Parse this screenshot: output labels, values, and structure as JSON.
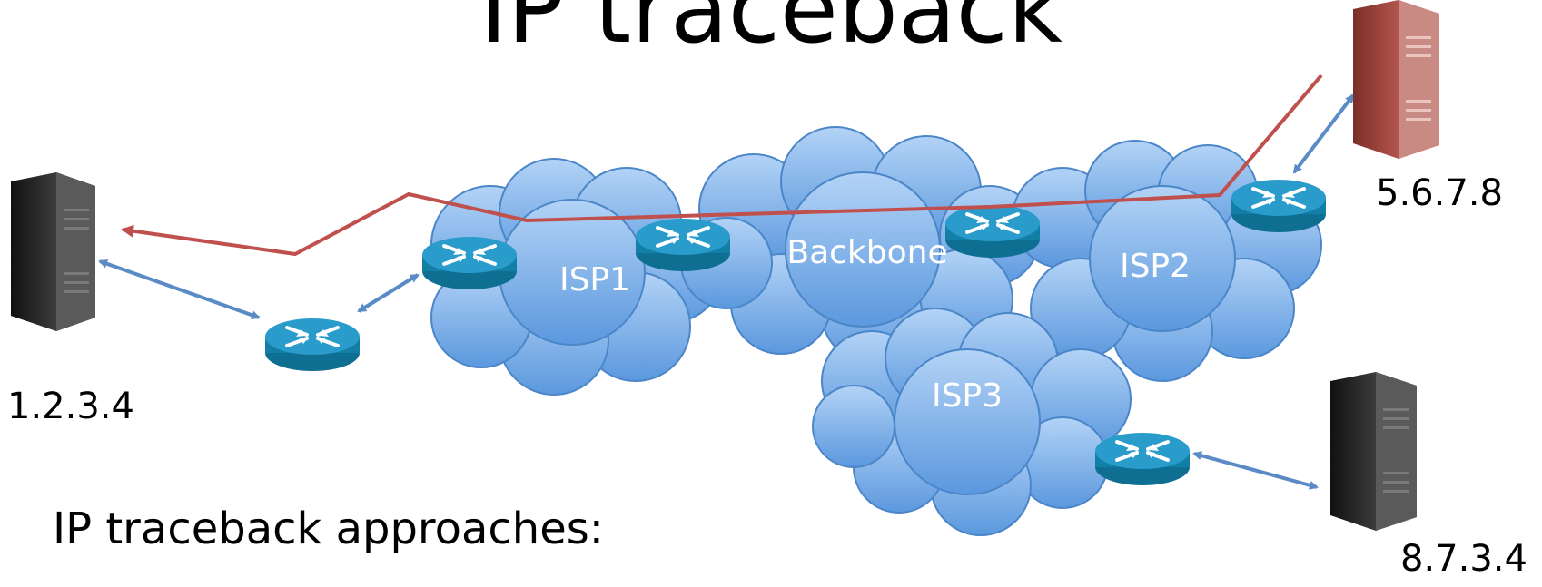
{
  "title": "IP traceback",
  "subtitle": "IP traceback approaches:",
  "clouds": {
    "isp1": "ISP1",
    "backbone": "Backbone",
    "isp2": "ISP2",
    "isp3": "ISP3"
  },
  "hosts": {
    "left": "1.2.3.4",
    "top_right": "5.6.7.8",
    "bottom_right": "8.7.3.4"
  },
  "colors": {
    "cloud_top": "#a9ccf4",
    "cloud_bottom": "#5b98de",
    "cloud_label": "#ffffff",
    "router": "#1a86ad",
    "link_arrow": "#5b8bc6",
    "attack_path": "#c0504d",
    "attacker_server": "#b5574f",
    "host_server": "#2b2b2b"
  }
}
